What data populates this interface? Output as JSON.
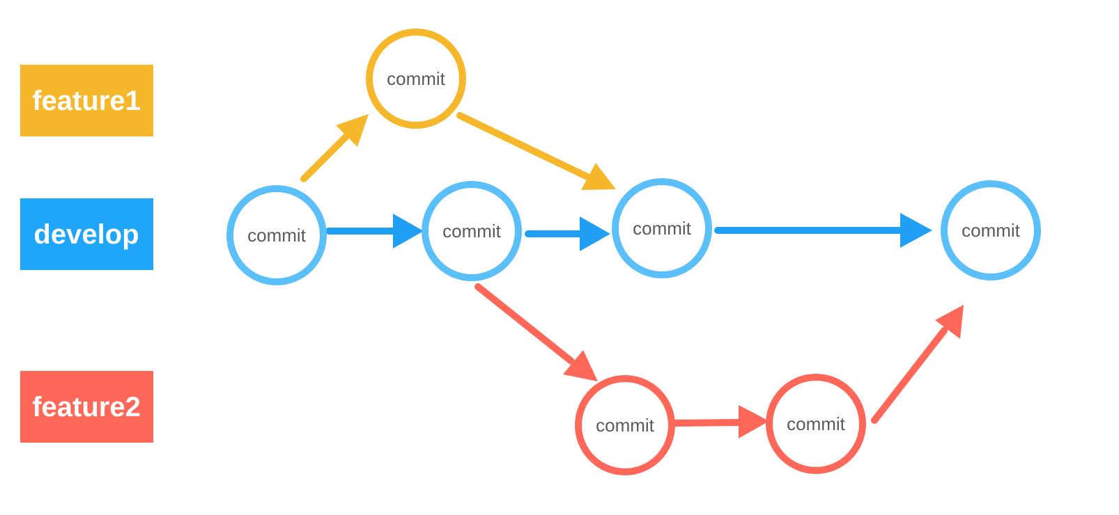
{
  "colors": {
    "feature1": "#F7B72B",
    "develop_box": "#1FA5FA",
    "develop_ring": "#5BBFFA",
    "develop_arrow": "#1FA0F5",
    "feature2": "#FF6758"
  },
  "branches": [
    {
      "id": "feature1",
      "label": "feature1",
      "color": "#F7B72B"
    },
    {
      "id": "develop",
      "label": "develop",
      "color": "#1FA5FA"
    },
    {
      "id": "feature2",
      "label": "feature2",
      "color": "#FF6758"
    }
  ],
  "commits": [
    {
      "id": "d1",
      "branch": "develop",
      "label": "commit"
    },
    {
      "id": "f1a",
      "branch": "feature1",
      "label": "commit"
    },
    {
      "id": "d2",
      "branch": "develop",
      "label": "commit"
    },
    {
      "id": "d3",
      "branch": "develop",
      "label": "commit"
    },
    {
      "id": "d4",
      "branch": "develop",
      "label": "commit"
    },
    {
      "id": "f2a",
      "branch": "feature2",
      "label": "commit"
    },
    {
      "id": "f2b",
      "branch": "feature2",
      "label": "commit"
    }
  ],
  "edges": [
    {
      "from": "d1",
      "to": "f1a",
      "color": "#F7B72B"
    },
    {
      "from": "f1a",
      "to": "d3",
      "color": "#F7B72B"
    },
    {
      "from": "d1",
      "to": "d2",
      "color": "#1FA0F5"
    },
    {
      "from": "d2",
      "to": "d3",
      "color": "#1FA0F5"
    },
    {
      "from": "d3",
      "to": "d4",
      "color": "#1FA0F5"
    },
    {
      "from": "d2",
      "to": "f2a",
      "color": "#FF6758"
    },
    {
      "from": "f2a",
      "to": "f2b",
      "color": "#FF6758"
    },
    {
      "from": "f2b",
      "to": "d4",
      "color": "#FF6758"
    }
  ]
}
